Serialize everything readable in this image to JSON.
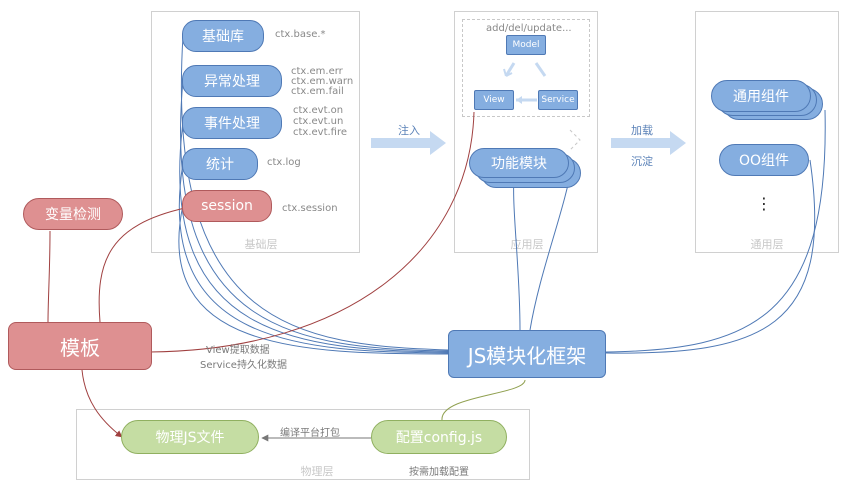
{
  "layers": {
    "base": "基础层",
    "app": "应用层",
    "common": "通用层",
    "physical": "物理层"
  },
  "base_items": [
    {
      "label": "基础库",
      "notes": [
        "ctx.base.*"
      ]
    },
    {
      "label": "异常处理",
      "notes": [
        "ctx.em.err",
        "ctx.em.warn",
        "ctx.em.fail"
      ]
    },
    {
      "label": "事件处理",
      "notes": [
        "ctx.evt.on",
        "ctx.evt.un",
        "ctx.evt.fire"
      ]
    },
    {
      "label": "统计",
      "notes": [
        "ctx.log"
      ]
    },
    {
      "label": "session",
      "notes": [
        "ctx.session"
      ]
    }
  ],
  "app": {
    "caption": "add/del/update...",
    "model": "Model",
    "view": "View",
    "service": "Service",
    "module": "功能模块"
  },
  "common": {
    "component1": "通用组件",
    "component2": "OO组件",
    "ellipsis": "⋮"
  },
  "arrows": {
    "inject": "注入",
    "load": "加载",
    "settle": "沉淀"
  },
  "left": {
    "var_check": "变量检测",
    "template": "模板",
    "view_fetch": "View提取数据",
    "service_persist": "Service持久化数据"
  },
  "framework": "JS模块化框架",
  "physical": {
    "file": "物理JS文件",
    "config": "配置config.js",
    "build": "编译平台打包",
    "on_demand": "按需加载配置"
  },
  "colors": {
    "blue": "#85aee0",
    "red": "#de9091",
    "green": "#c5dda3",
    "arrow": "#c5d9f1"
  }
}
